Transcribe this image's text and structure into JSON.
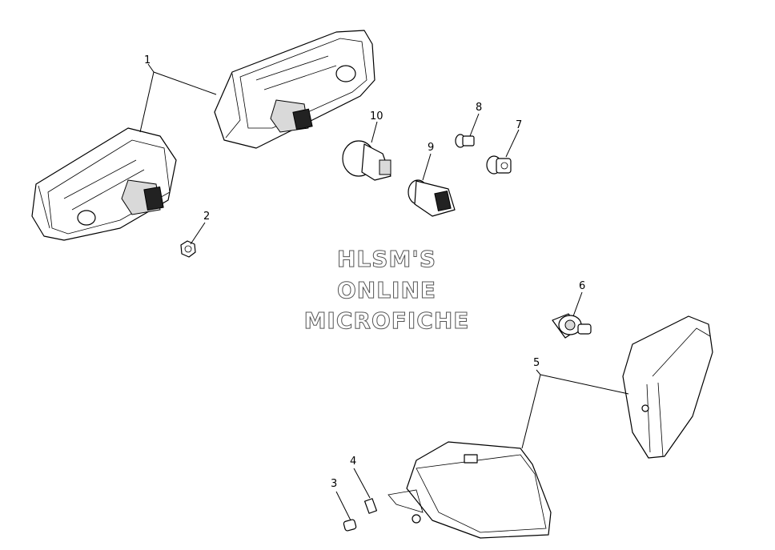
{
  "watermark": {
    "line1": "HLSM'S",
    "line2": "ONLINE",
    "line3": "MICROFICHE"
  },
  "callouts": [
    {
      "id": "1",
      "label": "1"
    },
    {
      "id": "2",
      "label": "2"
    },
    {
      "id": "3",
      "label": "3"
    },
    {
      "id": "4",
      "label": "4"
    },
    {
      "id": "5",
      "label": "5"
    },
    {
      "id": "6",
      "label": "6"
    },
    {
      "id": "7",
      "label": "7"
    },
    {
      "id": "8",
      "label": "8"
    },
    {
      "id": "9",
      "label": "9"
    },
    {
      "id": "10",
      "label": "10"
    }
  ]
}
